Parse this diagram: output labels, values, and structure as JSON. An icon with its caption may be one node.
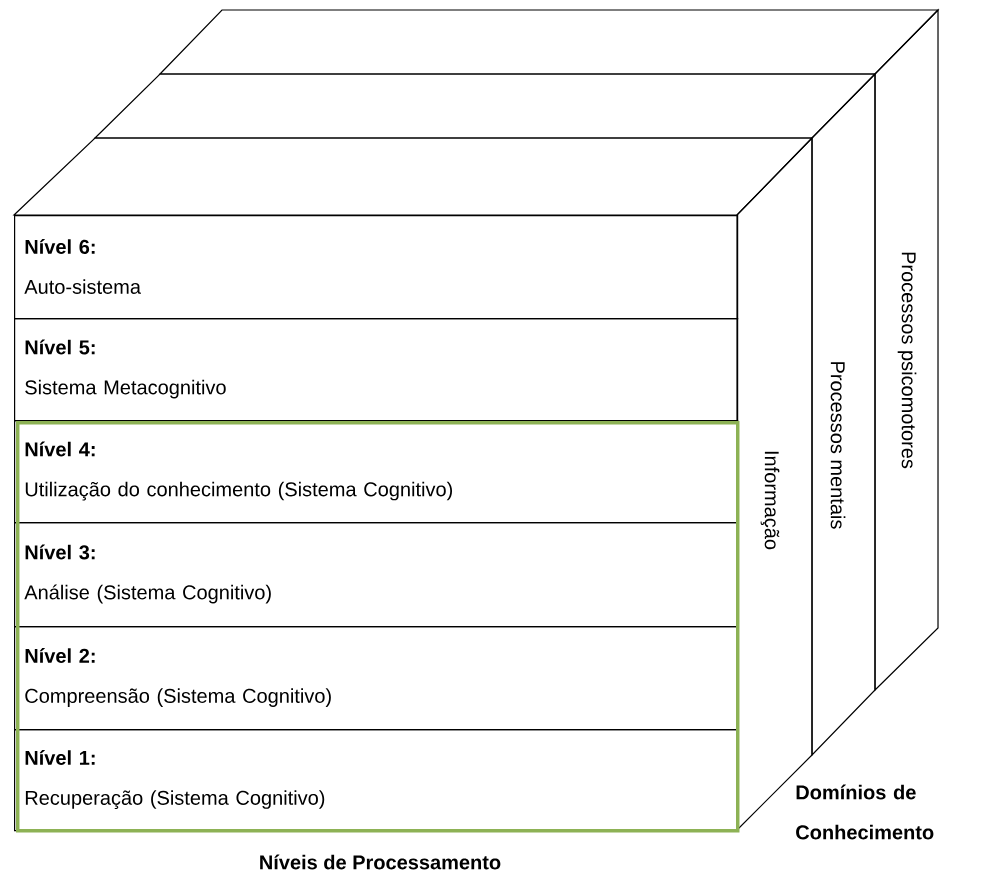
{
  "diagram": {
    "nodes": [
      {
        "text": [
          "Nível 6:",
          "Auto-sistema"
        ]
      },
      {
        "text": [
          "Nível 5:",
          "Sistema Metacognitivo"
        ]
      },
      {
        "text": [],
        "shape": "box"
      },
      {
        "text": [
          "Nível 4:",
          "Utilização do conhecimento (Sistema Cognitivo)"
        ],
        "in": 2
      },
      {
        "text": [
          "Nível 3:",
          "Análise (Sistema Cognitivo)"
        ],
        "in": 2
      },
      {
        "text": [
          "Nível 2:",
          "Compreensão (Sistema Cognitivo)"
        ],
        "in": 2
      },
      {
        "text": [
          "Nível 1:",
          "Recuperação (Sistema Cognitivo)"
        ],
        "in": 2
      },
      {
        "text": [
          "Informação"
        ]
      },
      {
        "text": [
          "Processos mentais"
        ]
      },
      {
        "text": [
          "Processos psicomotores"
        ]
      }
    ],
    "labels": [
      "Níveis de Processamento",
      "Domínios de Conhecimento"
    ]
  }
}
